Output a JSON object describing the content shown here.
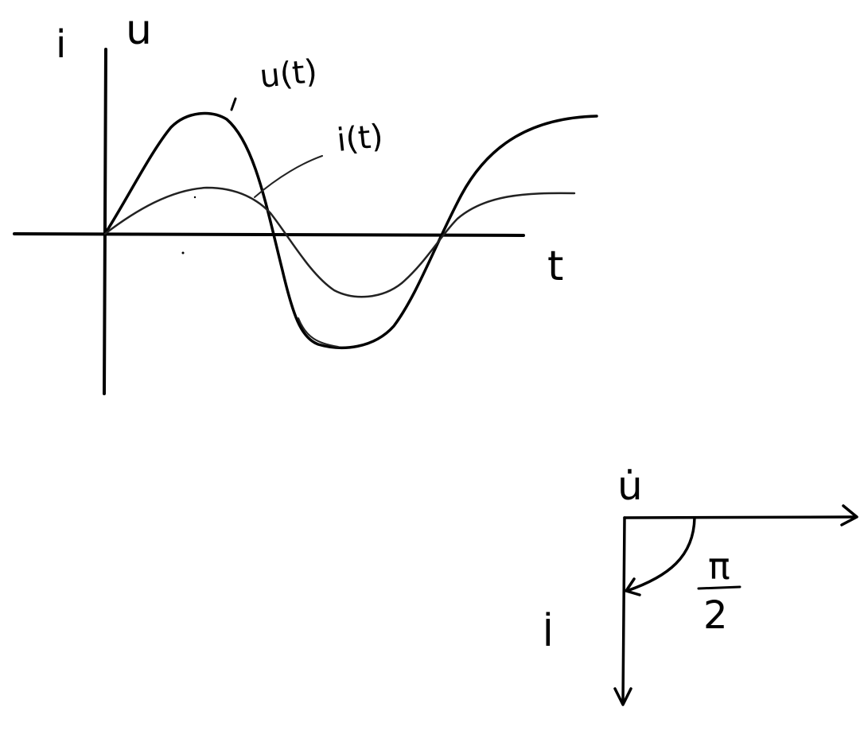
{
  "waveform_plot": {
    "axis_labels": {
      "y_current": "i",
      "y_voltage": "u",
      "x_time": "t"
    },
    "curve_labels": {
      "voltage": "u(t)",
      "current": "i(t)"
    }
  },
  "phasor_diagram": {
    "voltage_phasor_label": "u̇",
    "current_phasor_label": "İ",
    "angle_numerator": "π",
    "angle_denominator": "2"
  },
  "colors": {
    "ink": "#000000"
  }
}
